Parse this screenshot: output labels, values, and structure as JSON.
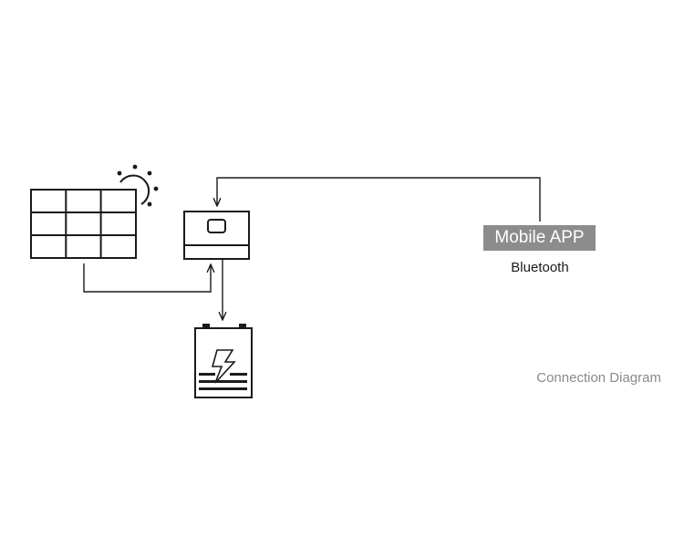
{
  "app": {
    "label": "Mobile APP",
    "protocol": "Bluetooth",
    "badge_color": "#8c8c8c"
  },
  "caption": "Connection Diagram",
  "icons": {
    "solar_panel": "solar-panel-icon",
    "sun": "sun-icon",
    "controller": "charge-controller-icon",
    "battery": "battery-icon"
  },
  "colors": {
    "stroke": "#1a1a1a",
    "caption": "#8a8a8a"
  }
}
